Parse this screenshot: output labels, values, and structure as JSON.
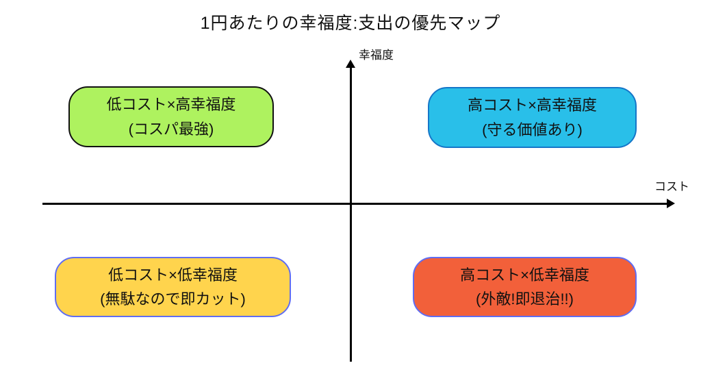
{
  "title": "1円あたりの幸福度:支出の優先マップ",
  "axes": {
    "y_label": "幸福度",
    "x_label": "コスト",
    "line_color": "#000000"
  },
  "quadrants": {
    "top_left": {
      "line1": "低コスト×高幸福度",
      "line2": "(コスパ最強)",
      "fill": "#aef25f",
      "border": "#111111"
    },
    "top_right": {
      "line1": "高コスト×高幸福度",
      "line2": "(守る価値あり)",
      "fill": "#29bfe9",
      "border": "#1576c8"
    },
    "bottom_left": {
      "line1": "低コスト×低幸福度",
      "line2": "(無駄なので即カット)",
      "fill": "#ffd44d",
      "border": "#5f6df2"
    },
    "bottom_right": {
      "line1": "高コスト×低幸福度",
      "line2": "(外敵!即退治!!)",
      "fill": "#f2603a",
      "border": "#5f6df2"
    }
  }
}
